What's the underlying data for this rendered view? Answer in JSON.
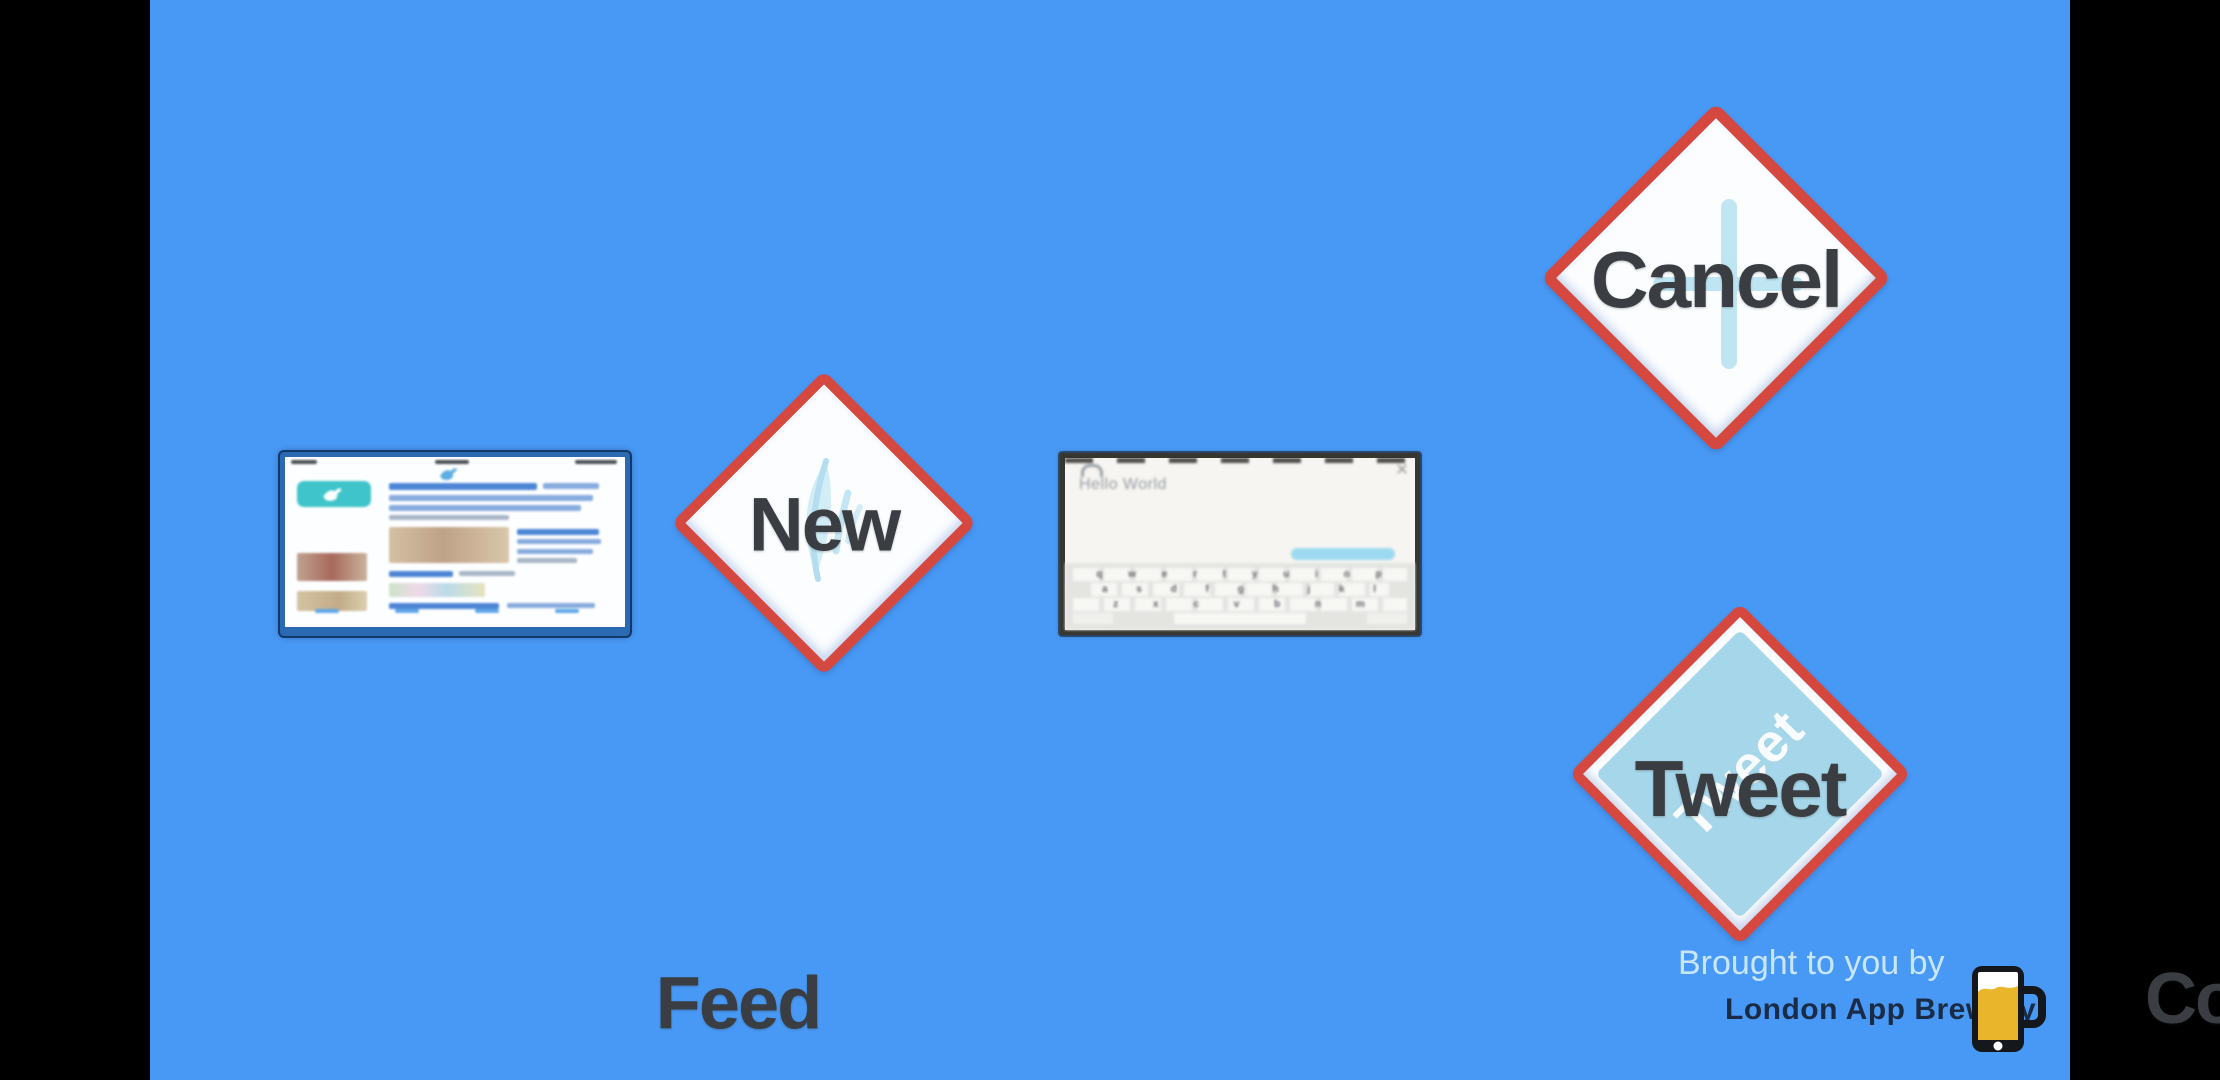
{
  "stage": {
    "background": "#4899F5",
    "letterbox_color": "#000000"
  },
  "nodes": {
    "feed": {
      "label": "Feed"
    },
    "new": {
      "label": "New"
    },
    "compose": {
      "label": "Compose",
      "screen_title": "Hello World",
      "keyboard": {
        "row1": "q w e r t y u i o p",
        "row2": "a s d f g h j k l",
        "row3": "z x c v b n m"
      }
    },
    "cancel": {
      "label": "Cancel"
    },
    "tweet": {
      "label": "Tweet",
      "button_text": "Tweet"
    }
  },
  "credit": {
    "line1": "Brought to you by",
    "line2": "London App Brewery"
  },
  "icons": {
    "new_diamond": "quill-icon",
    "cancel_diamond": "plus-icon",
    "feed_thumbnail": "twitter-bird-icon",
    "credit_logo": "beer-mug-phone-icon"
  },
  "colors": {
    "diamond_border": "#D5483F",
    "diamond_fill": "#FBFDFF",
    "tweet_fill": "#A6D6E9",
    "label_text": "#3A3E42",
    "credit_line1": "#C9E6F7",
    "credit_line2": "#1A2B45",
    "beer_gold": "#E9B62B",
    "feed_frame": "#2B6AB2",
    "tweet_button_teal": "#3EC4CA"
  }
}
